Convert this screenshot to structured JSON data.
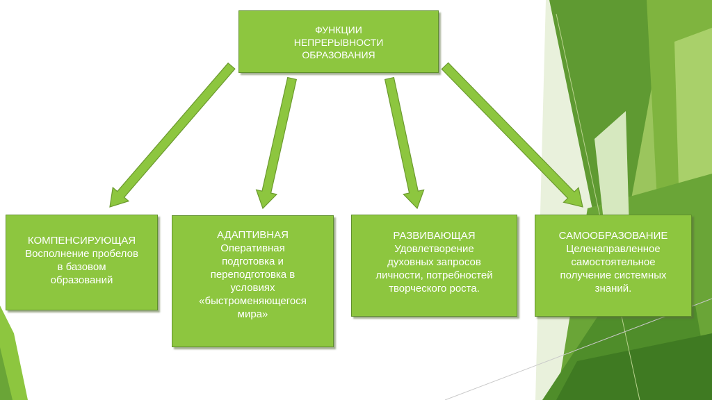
{
  "diagram": {
    "root": {
      "label": "ФУНКЦИИ\nНЕПРЕРЫВНОСТИ\nОБРАЗОВАНИЯ"
    },
    "children": [
      {
        "title": "КОМПЕНСИРУЮЩАЯ",
        "description": "Восполнение пробелов\nв базовом\nобразований"
      },
      {
        "title": "АДАПТИВНАЯ",
        "description": "Оперативная\nподготовка и\nпереподготовка в\nусловиях\n«быстроменяющегося\nмира»"
      },
      {
        "title": "РАЗВИВАЮЩАЯ",
        "description": "Удовлетворение\nдуховных запросов\nличности, потребностей\nтворческого роста."
      },
      {
        "title": "САМООБРАЗОВАНИЕ",
        "description": "Целенаправленное\nсамостоятельное\nполучение системных\nзнаний."
      }
    ]
  },
  "colors": {
    "box_fill": "#8dc63f",
    "box_border": "#5f8f2c",
    "arrow_fill": "#8dc63f",
    "arrow_stroke": "#6b9a2e",
    "text": "#ffffff"
  }
}
